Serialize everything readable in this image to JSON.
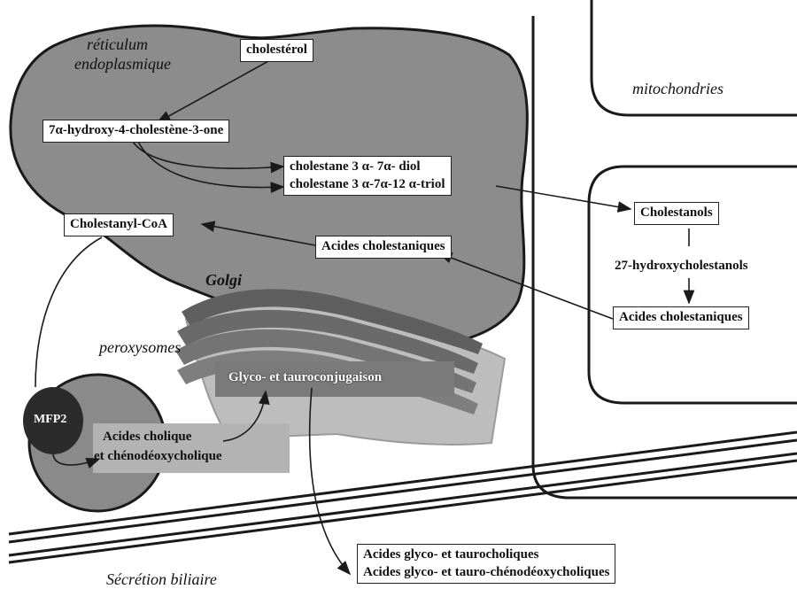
{
  "organelles": {
    "reticulum_line1": "réticulum",
    "reticulum_line2": "endoplasmique",
    "mitochondria": "mitochondries",
    "golgi": "Golgi",
    "peroxisomes": "peroxysomes",
    "biliary_secretion": "Sécrétion biliaire",
    "enzyme": "MFP2"
  },
  "metabolites": {
    "cholesterol": "cholestérol",
    "hydroxy_cholestenone": "7α-hydroxy-4-cholestène-3-one",
    "cholestane_diol": "cholestane 3 α- 7α- diol",
    "cholestane_triol": "cholestane 3 α-7α-12 α-triol",
    "cholestanyl_coa": "Cholestanyl-CoA",
    "cholestanic_acids_er": "Acides cholestaniques",
    "cholestanols": "Cholestanols",
    "hydroxycholestanols": "27-hydroxycholestanols",
    "cholestanic_acids_mito": "Acides cholestaniques",
    "conjugation": "Glyco- et tauroconjugaison",
    "cholic_acids_line1": "Acides cholique",
    "cholic_acids_line2": "et chénodéoxycholique",
    "secreted_line1": "Acides glyco- et taurocholiques",
    "secreted_line2": "Acides glyco- et tauro-chénodéoxycholiques"
  },
  "colors": {
    "er_fill": "#8c8c8c",
    "golgi_fill": "#787878",
    "peroxisome_fill": "#8a8a8a",
    "mfp2_fill": "#2b2b2b",
    "membrane": "#1a1a1a"
  }
}
